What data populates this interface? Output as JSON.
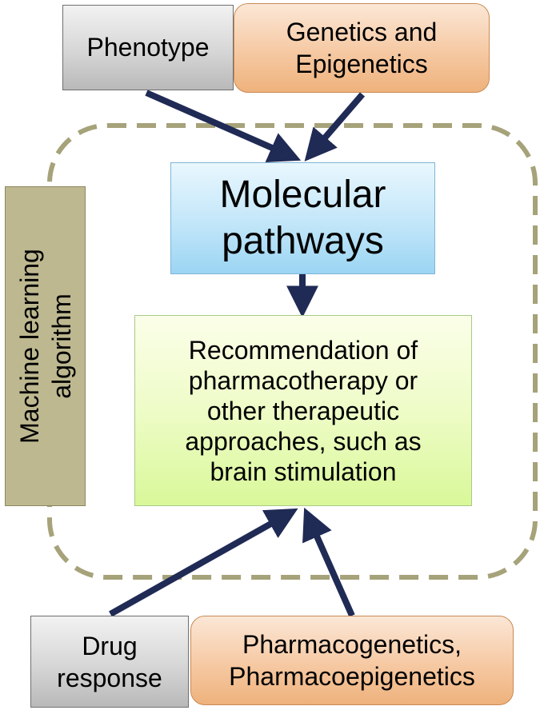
{
  "nodes": {
    "phenotype": "Phenotype",
    "genetics_line1": "Genetics and",
    "genetics_line2": "Epigenetics",
    "molecular_line1": "Molecular",
    "molecular_line2": "pathways",
    "recommendation_line1": "Recommendation of",
    "recommendation_line2": "pharmacotherapy or",
    "recommendation_line3": "other therapeutic",
    "recommendation_line4": "approaches, such as",
    "recommendation_line5": "brain stimulation",
    "drug_line1": "Drug",
    "drug_line2": "response",
    "pharmaco_line1": "Pharmacogenetics,",
    "pharmaco_line2": "Pharmacoepigenetics",
    "ml_line1": "Machine learning",
    "ml_line2": "algorithm"
  },
  "edges": [
    {
      "from": "Phenotype",
      "to": "Molecular pathways"
    },
    {
      "from": "Genetics and Epigenetics",
      "to": "Molecular pathways"
    },
    {
      "from": "Molecular pathways",
      "to": "Recommendation of pharmacotherapy or other therapeutic approaches, such as brain stimulation"
    },
    {
      "from": "Drug response",
      "to": "Recommendation of pharmacotherapy or other therapeutic approaches, such as brain stimulation"
    },
    {
      "from": "Pharmacogenetics, Pharmacoepigenetics",
      "to": "Recommendation of pharmacotherapy or other therapeutic approaches, such as brain stimulation"
    }
  ],
  "colors": {
    "arrow": "#1f2a55",
    "dashed_boundary": "#a6a27a",
    "ml_bar": "#bdb88f"
  }
}
